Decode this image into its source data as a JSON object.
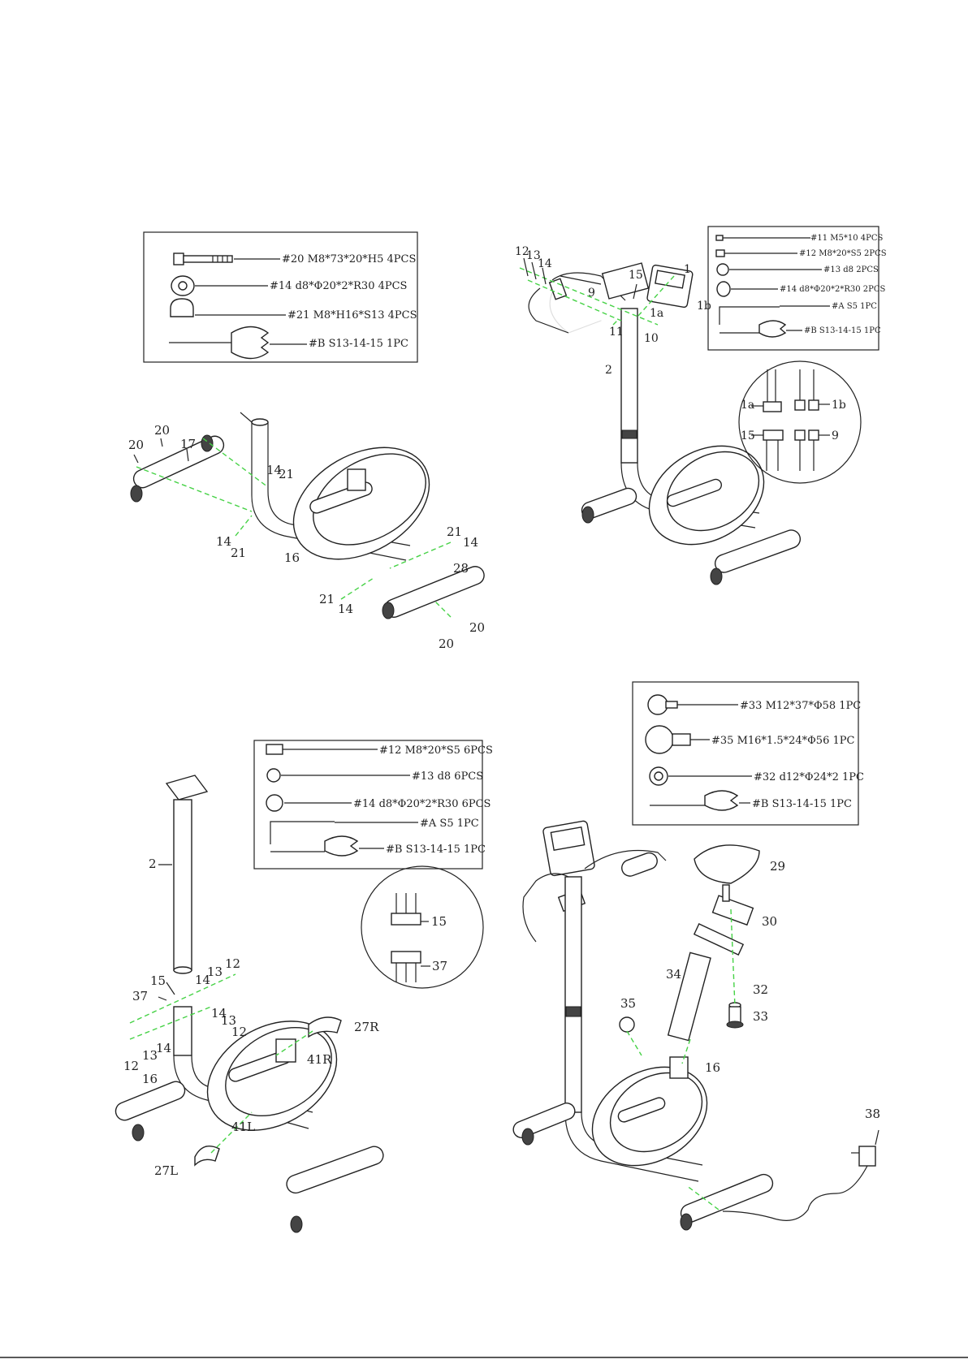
{
  "step1": {
    "parts_list": [
      {
        "code": "#20 M8*73*20*H5 4PCS"
      },
      {
        "code": "#14 d8*Φ20*2*R30 4PCS"
      },
      {
        "code": "#21 M8*H16*S13 4PCS"
      },
      {
        "code": "#B S13-14-15 1PC"
      }
    ],
    "callouts": [
      "20",
      "20",
      "17",
      "14",
      "21",
      "14",
      "21",
      "16",
      "21",
      "14",
      "28",
      "21",
      "14",
      "20",
      "20"
    ]
  },
  "step2": {
    "parts_list": [
      {
        "code": "#11 M5*10 4PCS"
      },
      {
        "code": "#12 M8*20*S5 2PCS"
      },
      {
        "code": "#13 d8 2PCS"
      },
      {
        "code": "#14 d8*Φ20*2*R30 2PCS"
      },
      {
        "code": "#A S5 1PC"
      },
      {
        "code": "#B S13-14-15 1PC"
      }
    ],
    "callouts": [
      "12",
      "13",
      "14",
      "9",
      "15",
      "1",
      "1a",
      "1b",
      "11",
      "10",
      "2"
    ],
    "detail": [
      "1a",
      "1b",
      "15",
      "9"
    ]
  },
  "step3": {
    "parts_list": [
      {
        "code": "#12 M8*20*S5 6PCS"
      },
      {
        "code": "#13 d8 6PCS"
      },
      {
        "code": "#14 d8*Φ20*2*R30 6PCS"
      },
      {
        "code": "#A S5 1PC"
      },
      {
        "code": "#B S13-14-15 1PC"
      }
    ],
    "callouts": [
      "2",
      "15",
      "37",
      "14",
      "13",
      "12",
      "14",
      "13",
      "12",
      "14",
      "13",
      "12",
      "16",
      "27R",
      "41R",
      "41L",
      "27L"
    ],
    "detail": [
      "15",
      "37"
    ]
  },
  "step4": {
    "parts_list": [
      {
        "code": "#33 M12*37*Φ58 1PC"
      },
      {
        "code": "#35 M16*1.5*24*Φ56 1PC"
      },
      {
        "code": "#32 d12*Φ24*2 1PC"
      },
      {
        "code": "#B S13-14-15 1PC"
      }
    ],
    "callouts": [
      "29",
      "30",
      "34",
      "32",
      "33",
      "35",
      "16",
      "38"
    ]
  }
}
